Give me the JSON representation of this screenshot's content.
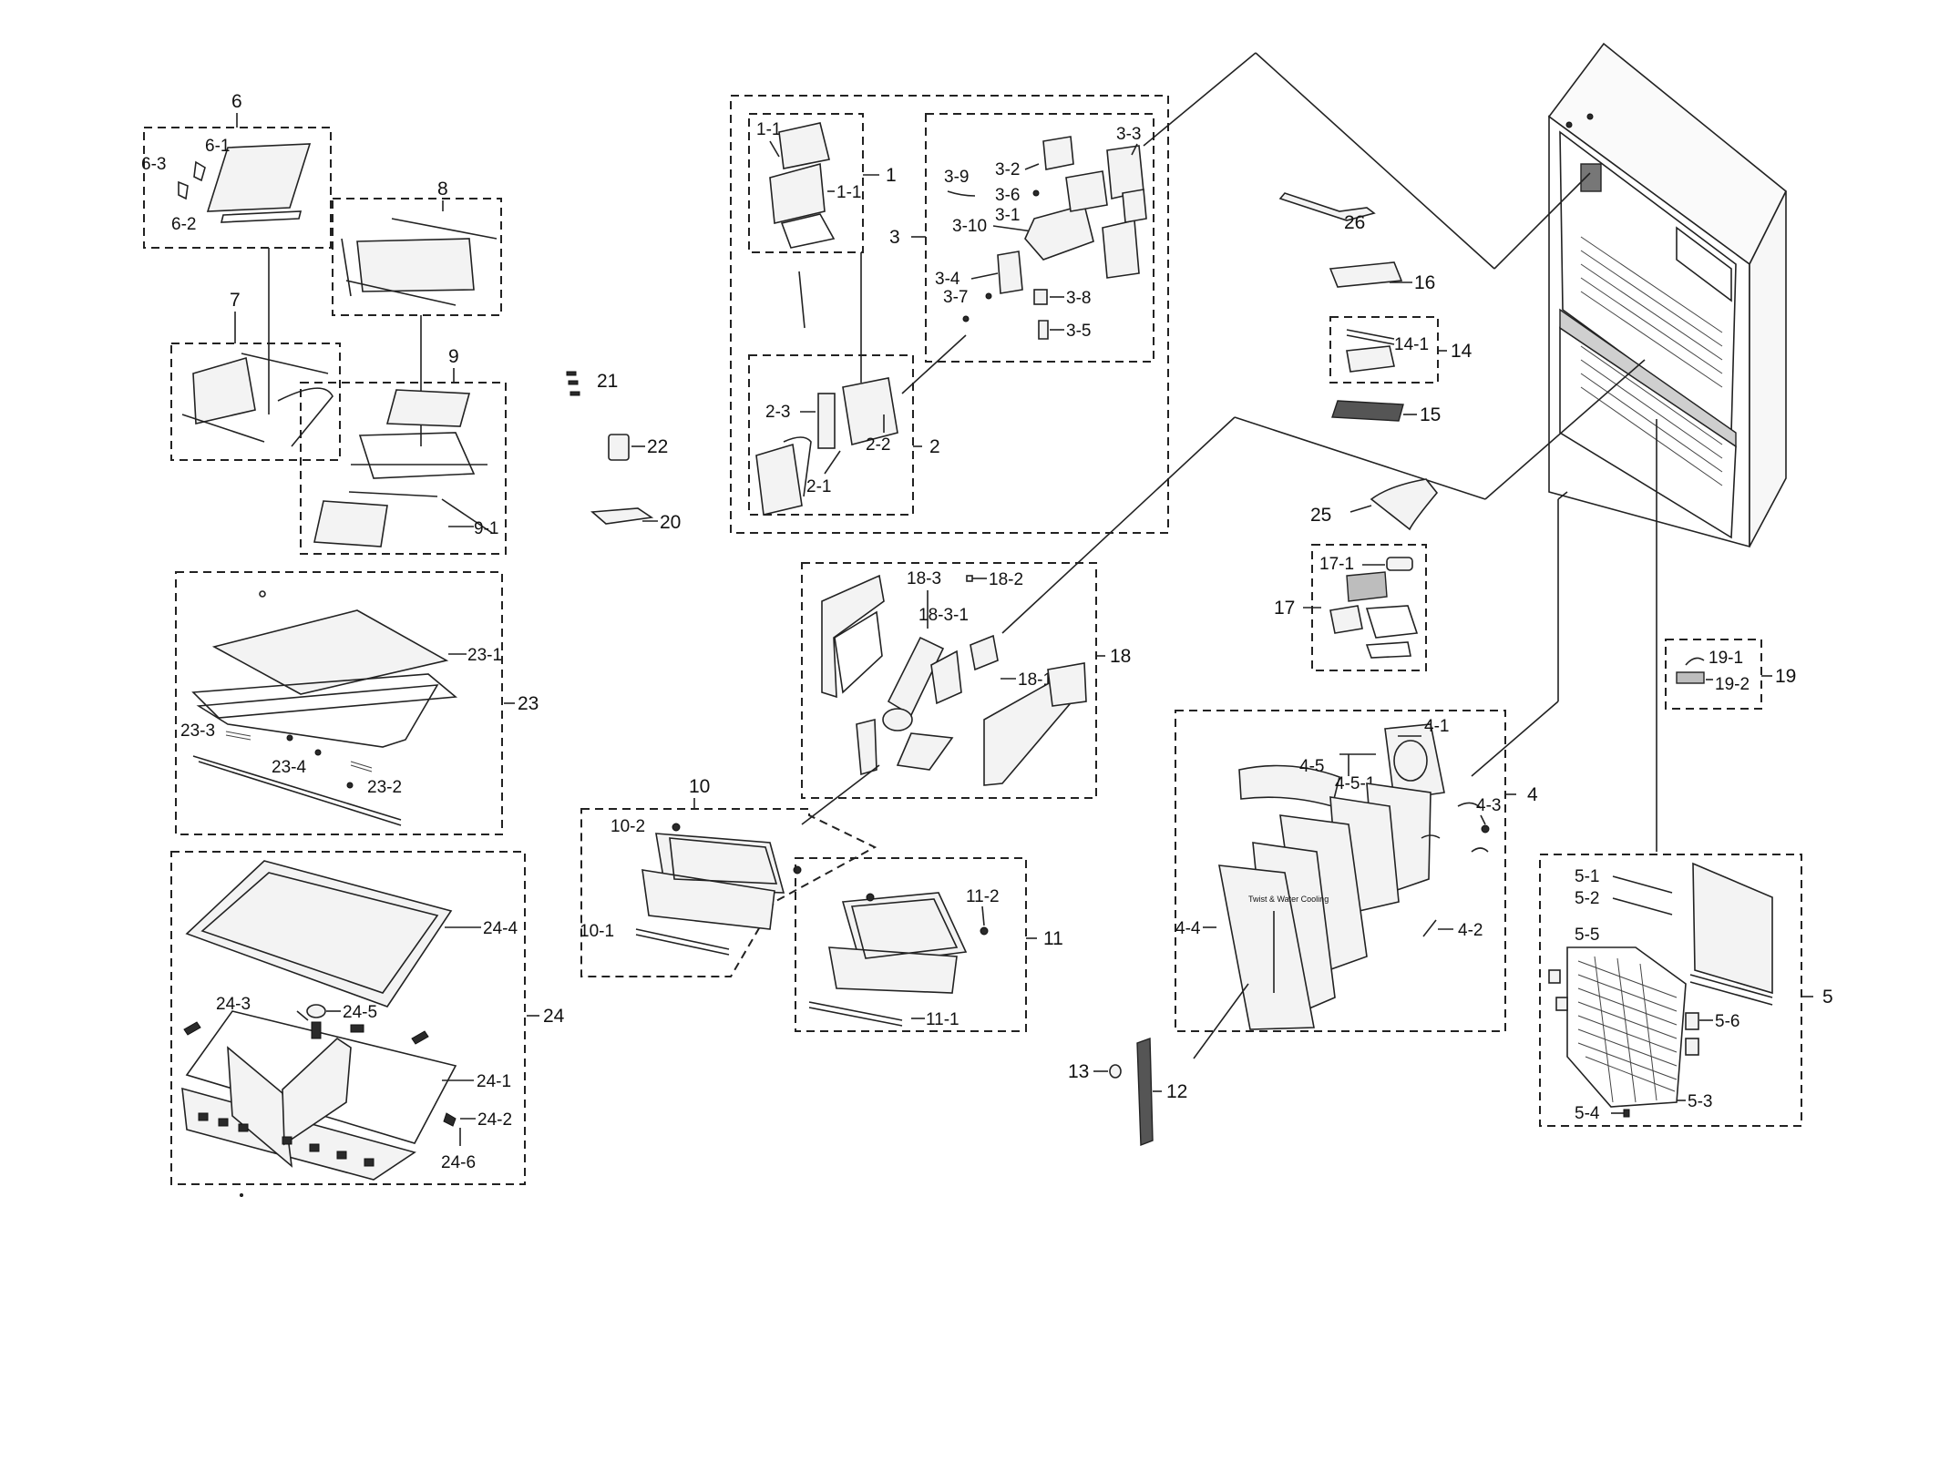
{
  "labels": {
    "g6": "6",
    "g6_1": "6-1",
    "g6_2": "6-2",
    "g6_3": "6-3",
    "g7": "7",
    "g8": "8",
    "g9": "9",
    "g9_1": "9-1",
    "g21": "21",
    "g22": "22",
    "g20": "20",
    "g23": "23",
    "g23_1": "23-1",
    "g23_2": "23-2",
    "g23_3": "23-3",
    "g23_4": "23-4",
    "g24": "24",
    "g24_1": "24-1",
    "g24_2": "24-2",
    "g24_3": "24-3",
    "g24_4": "24-4",
    "g24_5": "24-5",
    "g24_6": "24-6",
    "g1": "1",
    "g1_1a": "1-1",
    "g1_1b": "1-1",
    "g2": "2",
    "g2_1": "2-1",
    "g2_2": "2-2",
    "g2_3": "2-3",
    "g3": "3",
    "g3_1": "3-1",
    "g3_2": "3-2",
    "g3_3": "3-3",
    "g3_4": "3-4",
    "g3_5": "3-5",
    "g3_6": "3-6",
    "g3_7": "3-7",
    "g3_8": "3-8",
    "g3_9": "3-9",
    "g3_10": "3-10",
    "g18": "18",
    "g18_1": "18-1",
    "g18_2": "18-2",
    "g18_3": "18-3",
    "g18_3_1": "18-3-1",
    "g10": "10",
    "g10_1": "10-1",
    "g10_2": "10-2",
    "g11": "11",
    "g11_1": "11-1",
    "g11_2": "11-2",
    "g26": "26",
    "g16": "16",
    "g14": "14",
    "g14_1": "14-1",
    "g15": "15",
    "g25": "25",
    "g17": "17",
    "g17_1": "17-1",
    "g4": "4",
    "g4_1": "4-1",
    "g4_2": "4-2",
    "g4_3": "4-3",
    "g4_4": "4-4",
    "g4_5": "4-5",
    "g4_5_1": "4-5-1",
    "g13": "13",
    "g12": "12",
    "g19": "19",
    "g19_1": "19-1",
    "g19_2": "19-2",
    "g5": "5",
    "g5_1": "5-1",
    "g5_2": "5-2",
    "g5_3": "5-3",
    "g5_4": "5-4",
    "g5_5": "5-5",
    "g5_6": "5-6"
  },
  "drawer_text": "Twist & Water Cooling"
}
